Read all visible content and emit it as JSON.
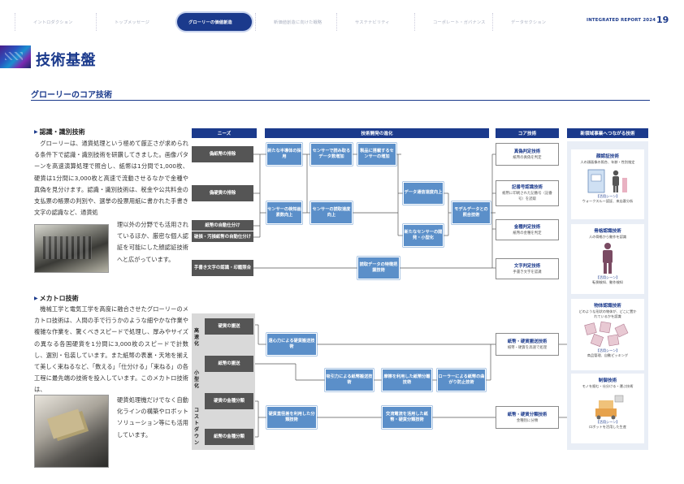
{
  "nav": {
    "tabs": [
      "イントロダクション",
      "トップメッセージ",
      "グローリーの価値創造",
      "新価値創造に向けた戦略",
      "サステナビリティ",
      "コーポレート・ガバナンス",
      "データセクション"
    ],
    "active_index": 2,
    "report": "INTEGRATED REPORT 2024",
    "page": "19"
  },
  "title": "技術基盤",
  "section": "グローリーのコア技術",
  "left": {
    "h1": "認識・識別技術",
    "p1": "　グローリーは、通貨処理という極めて厳正さが求められる条件下で認識・識別技術を研鑽してきました。画像パターンを高速演算処理で照合し、紙幣は1分間で1,000枚、硬貨は1分間に3,000枚と高速で流動させるなかで金種や真偽を見分けます。認識・識別技術は、税金や公共料金の支払票の帳票の判別や、選挙の投票用紙に書かれた手書き文字の認識など、通貨処",
    "p1b": "理以外の分野でも活用されているほか、厳密な個人認証を可能にした顔認証技術へと広がっています。",
    "h2": "メカトロ技術",
    "p2": "　機械工学と電気工学を高度に融合させたグローリーのメカトロ技術は、人間の手で行うかのような細やかな作業や複雑な作業を、驚くべきスピードで処理し、厚みやサイズの異なる各国硬貨を1分間に3,000枚のスピードで計数し、選別・包装しています。また紙幣の表裏・天地を揃えて美しく束ねるなど、「数える」「仕分ける」「束ねる」の各工程に最先端の技術を投入しています。このメカトロ技術は、",
    "p2b": "硬貨処理機だけでなく自動化ラインの構築やロボットソリューション等にも活用しています。"
  },
  "diagram": {
    "headers": {
      "needs": "ニーズ",
      "evolution": "技術開発の進化",
      "core": "コア技術",
      "new": "新領域事業へつながる技術"
    },
    "needs_top": [
      "偽紙幣の排除",
      "偽硬貨の排除",
      "紙幣の自動仕分け",
      "破損・汚損紙幣の自動仕分け",
      "手書き文字の認識・印鑑照合"
    ],
    "needs_bottom": [
      "硬貨の搬送",
      "紙幣の搬送",
      "硬貨の金種分類",
      "紙幣の金種分類"
    ],
    "vlabels": [
      "高速化",
      "小型化",
      "コストダウン"
    ],
    "tech_top": [
      "新たな半導体の採用",
      "センサーで読み取るデータ数増加",
      "製品に搭載するセンサーの増加",
      "センサーの検知画素数向上",
      "センサーの読取速度向上",
      "データ通信速度向上",
      "新たなセンサーの開発・小型化",
      "モデルデータとの照合技術",
      "読取データの特徴把握技術"
    ],
    "tech_bottom": [
      "遠心力による硬貨搬送技術",
      "吸引力による紙幣搬送技術",
      "摩擦を利用した紙幣分離技術",
      "ローラーによる紙幣の曲がり防止技術",
      "硬貨直径差を利用した分類技術",
      "交流電流を活用した紙幣・硬貨分類技術"
    ],
    "core": [
      {
        "name": "真偽判定技術",
        "desc": "紙幣の真偽を判定"
      },
      {
        "name": "記番号認識技術",
        "desc": "紙幣に印刷された記番号（記番号）を読取"
      },
      {
        "name": "金種判定技術",
        "desc": "紙幣の金種を判定"
      },
      {
        "name": "文字判定技術",
        "desc": "手書き文字を認識"
      },
      {
        "name": "紙幣・硬貨搬送技術",
        "desc": "紙幣・硬貨を高速で処理"
      },
      {
        "name": "紙幣・硬貨分類技術",
        "desc": "金種別に分類"
      }
    ],
    "new": [
      {
        "name": "顔認証技術",
        "desc": "人の顔画像の照合、年齢・性別推定",
        "scene_h": "【活用シーン】",
        "scene": "ウォークスルー認証、来店客分析"
      },
      {
        "name": "骨格認識技術",
        "desc": "人の骨格から動作を認識",
        "scene_h": "【活用シーン】",
        "scene": "転倒検知、動作検知"
      },
      {
        "name": "物体認識技術",
        "desc": "どのような形状の物体が、どこに置かれているかを認識",
        "scene_h": "【活用シーン】",
        "scene": "商品管理、自動ピッキング"
      },
      {
        "name": "制御技術",
        "desc": "モノを掴む・仕分ける・運ぶ技術",
        "scene_h": "【活用シーン】",
        "scene": "ロボットを活用した生産"
      }
    ]
  }
}
